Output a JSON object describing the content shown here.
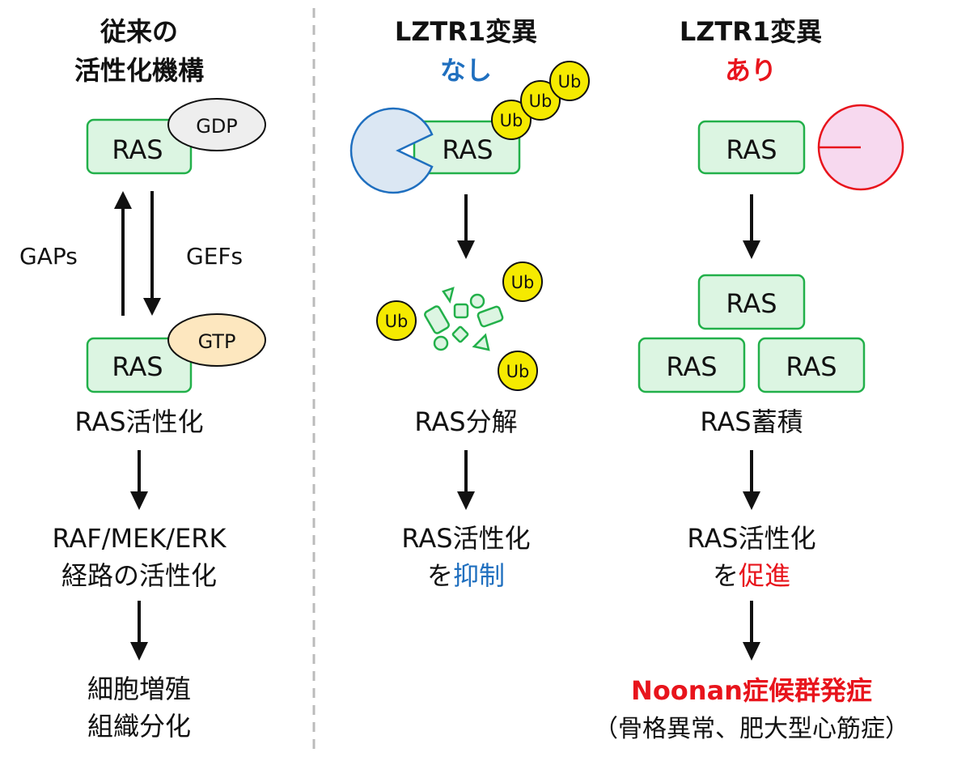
{
  "colors": {
    "ras_fill": "#dcf5e2",
    "ras_stroke": "#22b04a",
    "gdp_fill": "#eeeeee",
    "gtp_fill": "#fde7bf",
    "lztr1_fill": "#dbe7f3",
    "lztr1_stroke": "#1f6fbf",
    "mutant_fill": "#f7d9ef",
    "mutant_stroke": "#e8141c",
    "ub_fill": "#f5ea00",
    "blue_text": "#1f6fbf",
    "red_text": "#e8141c"
  },
  "left": {
    "title_line1": "従来の",
    "title_line2": "活性化機構",
    "ras_top": "RAS",
    "gdp": "GDP",
    "gaps": "GAPs",
    "gefs": "GEFs",
    "ras_bottom": "RAS",
    "gtp": "GTP",
    "ras_activation": "RAS活性化",
    "pathway_line1": "RAF/MEK/ERK",
    "pathway_line2": "経路の活性化",
    "outcome_line1": "細胞増殖",
    "outcome_line2": "組織分化"
  },
  "middle": {
    "title_line1": "LZTR1変異",
    "title_line2": "なし",
    "ras": "RAS",
    "ub": "Ub",
    "degradation": "RAS分解",
    "result_line1": "RAS活性化",
    "result_line2_prefix": "を",
    "result_line2_emph": "抑制"
  },
  "right": {
    "title_line1": "LZTR1変異",
    "title_line2": "あり",
    "ras": "RAS",
    "accumulation": "RAS蓄積",
    "result_line1": "RAS活性化",
    "result_line2_prefix": "を",
    "result_line2_emph": "促進",
    "disease": "Noonan症候群発症",
    "symptoms": "（骨格異常、肥大型心筋症）"
  }
}
